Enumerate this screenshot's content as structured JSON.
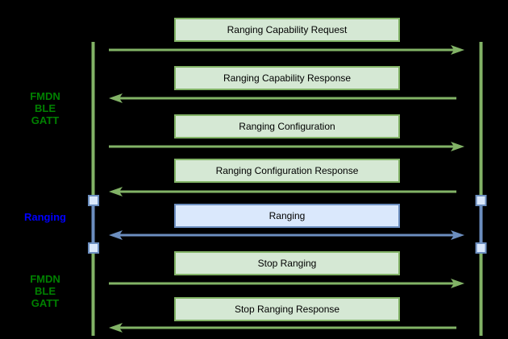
{
  "diagram": {
    "type": "sequence-diagram",
    "description": "FMDN BLE GATT ranging message flow between two lifelines"
  },
  "side_labels": {
    "gatt_top": "FMDN\nBLE\nGATT",
    "ranging": "Ranging",
    "gatt_bottom": "FMDN\nBLE\nGATT"
  },
  "messages": [
    {
      "label": "Ranging Capability Request",
      "direction": "right",
      "style": "green"
    },
    {
      "label": "Ranging Capability Response",
      "direction": "left",
      "style": "green"
    },
    {
      "label": "Ranging Configuration",
      "direction": "right",
      "style": "green"
    },
    {
      "label": "Ranging Configuration Response",
      "direction": "left",
      "style": "green"
    },
    {
      "label": "Ranging",
      "direction": "both",
      "style": "blue"
    },
    {
      "label": "Stop Ranging",
      "direction": "right",
      "style": "green"
    },
    {
      "label": "Stop Ranging Response",
      "direction": "left",
      "style": "green"
    }
  ],
  "colors": {
    "background": "#000000",
    "green_stroke": "#82b366",
    "green_fill": "#d5e8d4",
    "blue_stroke": "#6c8ebf",
    "blue_fill": "#dae8fc",
    "label_green": "#008000",
    "label_blue": "#0000ff",
    "box_text": "#000000"
  }
}
